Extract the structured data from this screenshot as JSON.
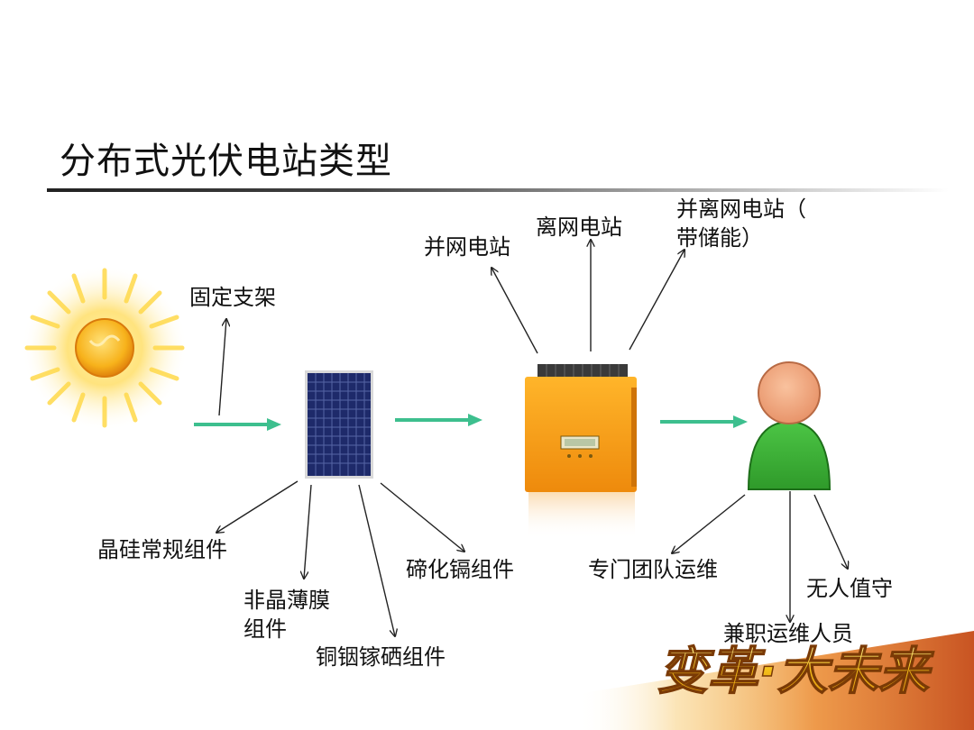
{
  "title": "分布式光伏电站类型",
  "branches": {
    "mount": "固定支架",
    "grid_tied": "并网电站",
    "off_grid": "离网电站",
    "hybrid_line1": "并离网电站（",
    "hybrid_line2": "带储能）",
    "crystalline": "晶硅常规组件",
    "thin_film_line1": "非晶薄膜",
    "thin_film_line2": "组件",
    "cigs": "铜铟镓硒组件",
    "cdte": "碲化镉组件",
    "dedicated_team": "专门团队运维",
    "unattended": "无人值守",
    "part_time": "兼职运维人员"
  },
  "banner": {
    "text": "变革·大未来"
  },
  "colors": {
    "flow_arrow": "#3dbf8e",
    "sun_core": "#f7b21b",
    "panel": "#1e2a6a",
    "inverter": "#f39a16",
    "person_head": "#f2a67a",
    "person_body": "#3aaa35",
    "banner_fill": "#f5c21b"
  },
  "icons": [
    "sun-icon",
    "solar-panel-icon",
    "inverter-icon",
    "person-icon"
  ]
}
